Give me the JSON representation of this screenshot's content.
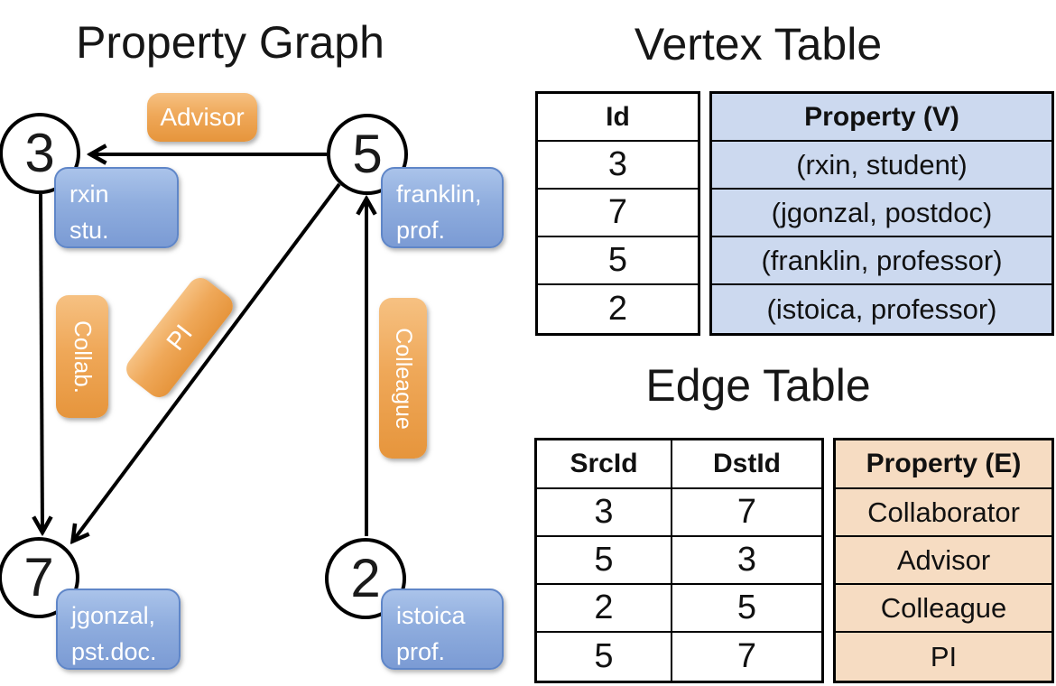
{
  "graph": {
    "title": "Property Graph",
    "nodes": [
      {
        "id": "3",
        "property_lines": [
          "rxin",
          "stu."
        ]
      },
      {
        "id": "5",
        "property_lines": [
          "franklin,",
          "prof."
        ]
      },
      {
        "id": "7",
        "property_lines": [
          "jgonzal,",
          "pst.doc."
        ]
      },
      {
        "id": "2",
        "property_lines": [
          "istoica",
          "prof."
        ]
      }
    ],
    "edges": [
      {
        "src": "5",
        "dst": "3",
        "label": "Advisor"
      },
      {
        "src": "3",
        "dst": "7",
        "label": "Collab."
      },
      {
        "src": "5",
        "dst": "7",
        "label": "PI"
      },
      {
        "src": "2",
        "dst": "5",
        "label": "Colleague"
      }
    ]
  },
  "vertex_table": {
    "title": "Vertex Table",
    "columns": [
      "Id",
      "Property (V)"
    ],
    "rows": [
      [
        "3",
        "(rxin, student)"
      ],
      [
        "7",
        "(jgonzal, postdoc)"
      ],
      [
        "5",
        "(franklin, professor)"
      ],
      [
        "2",
        "(istoica, professor)"
      ]
    ]
  },
  "edge_table": {
    "title": "Edge Table",
    "columns": [
      "SrcId",
      "DstId",
      "Property (E)"
    ],
    "rows": [
      [
        "3",
        "7",
        "Collaborator"
      ],
      [
        "5",
        "3",
        "Advisor"
      ],
      [
        "2",
        "5",
        "Colleague"
      ],
      [
        "5",
        "7",
        "PI"
      ]
    ]
  },
  "colors": {
    "edge_label_orange": "#efa859",
    "vertex_property_blue": "#8fadde",
    "vertex_table_fill": "#ccd9ef",
    "edge_table_fill": "#f6dcc2",
    "line_black": "#000000"
  }
}
